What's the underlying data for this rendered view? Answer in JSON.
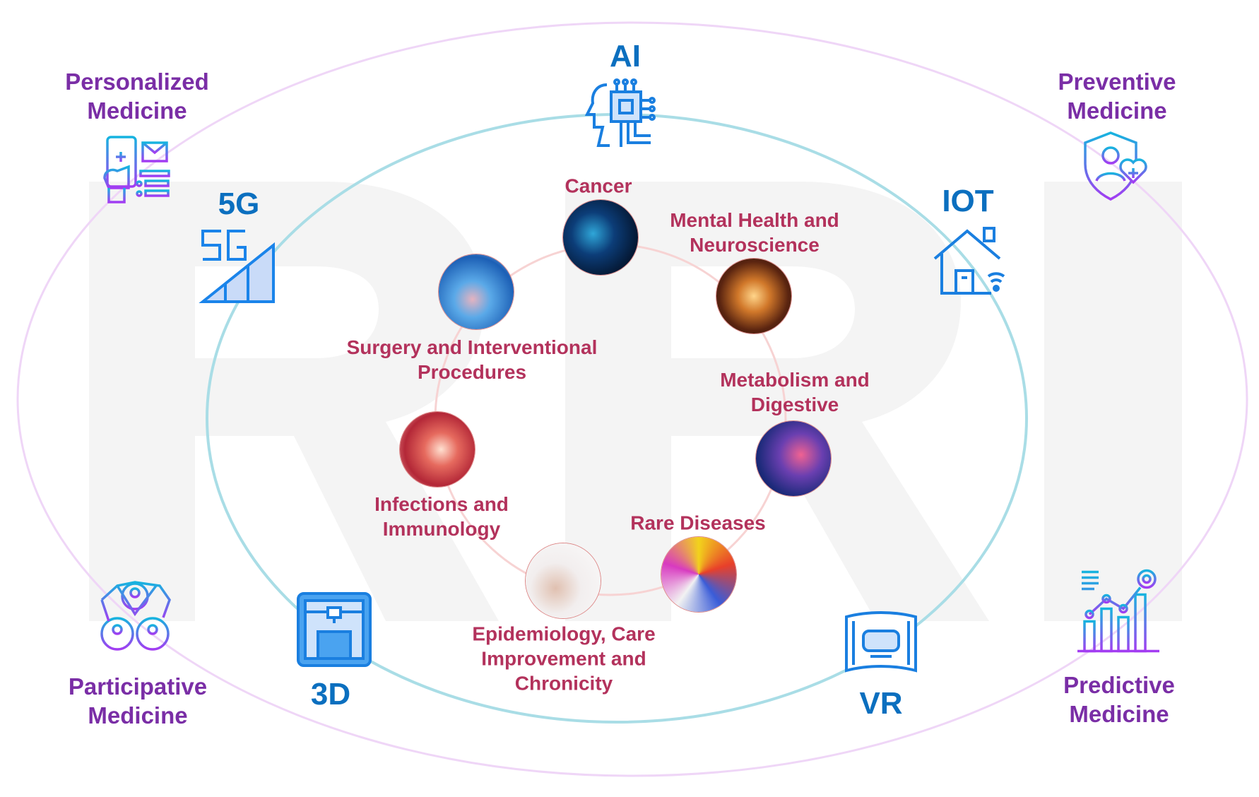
{
  "background_watermark": "RRI",
  "medicine": [
    {
      "id": "personalized",
      "lines": [
        "Personalized",
        "Medicine"
      ]
    },
    {
      "id": "preventive",
      "lines": [
        "Preventive",
        "Medicine"
      ]
    },
    {
      "id": "participative",
      "lines": [
        "Participative",
        "Medicine"
      ]
    },
    {
      "id": "predictive",
      "lines": [
        "Predictive",
        "Medicine"
      ]
    }
  ],
  "technologies": {
    "ai": "AI",
    "fiveg": "5G",
    "iot": "IOT",
    "threed": "3D",
    "vr": "VR"
  },
  "areas": [
    {
      "id": "cancer",
      "lines": [
        "Cancer"
      ]
    },
    {
      "id": "mental",
      "lines": [
        "Mental Health and",
        "Neuroscience"
      ]
    },
    {
      "id": "surgery",
      "lines": [
        "Surgery and Interventional",
        "Procedures"
      ]
    },
    {
      "id": "metabolism",
      "lines": [
        "Metabolism and",
        "Digestive"
      ]
    },
    {
      "id": "infections",
      "lines": [
        "Infections and",
        "Immunology"
      ]
    },
    {
      "id": "rare",
      "lines": [
        "Rare Diseases"
      ]
    },
    {
      "id": "epidemiology",
      "lines": [
        "Epidemiology, Care",
        "Improvement and",
        "Chronicity"
      ]
    }
  ],
  "colors": {
    "medicine": "#7a2ea6",
    "technology": "#0b6fbf",
    "area": "#b3325c",
    "outer_ring": "#efd6f7",
    "middle_ring": "#a9dde6",
    "inner_ring": "#f7d3d3"
  }
}
